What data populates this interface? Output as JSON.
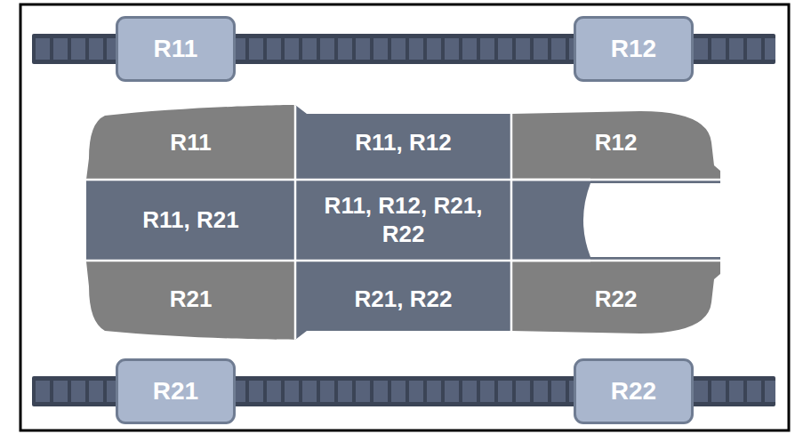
{
  "diagram": {
    "nodes": [
      {
        "text": [
          "R11"
        ]
      },
      {
        "text": [
          "R12"
        ]
      },
      {
        "text": [
          "R11"
        ]
      },
      {
        "text": [
          "R11, R12"
        ]
      },
      {
        "text": [
          "R12"
        ]
      },
      {
        "text": [
          "R11, R21"
        ]
      },
      {
        "text": [
          "R11, R12, R21, R22"
        ]
      },
      {
        "text": [
          "R21"
        ]
      },
      {
        "text": [
          "R21, R22"
        ]
      },
      {
        "text": [
          "R22"
        ]
      },
      {
        "text": [
          "R21"
        ]
      },
      {
        "text": [
          "R22"
        ]
      }
    ]
  }
}
